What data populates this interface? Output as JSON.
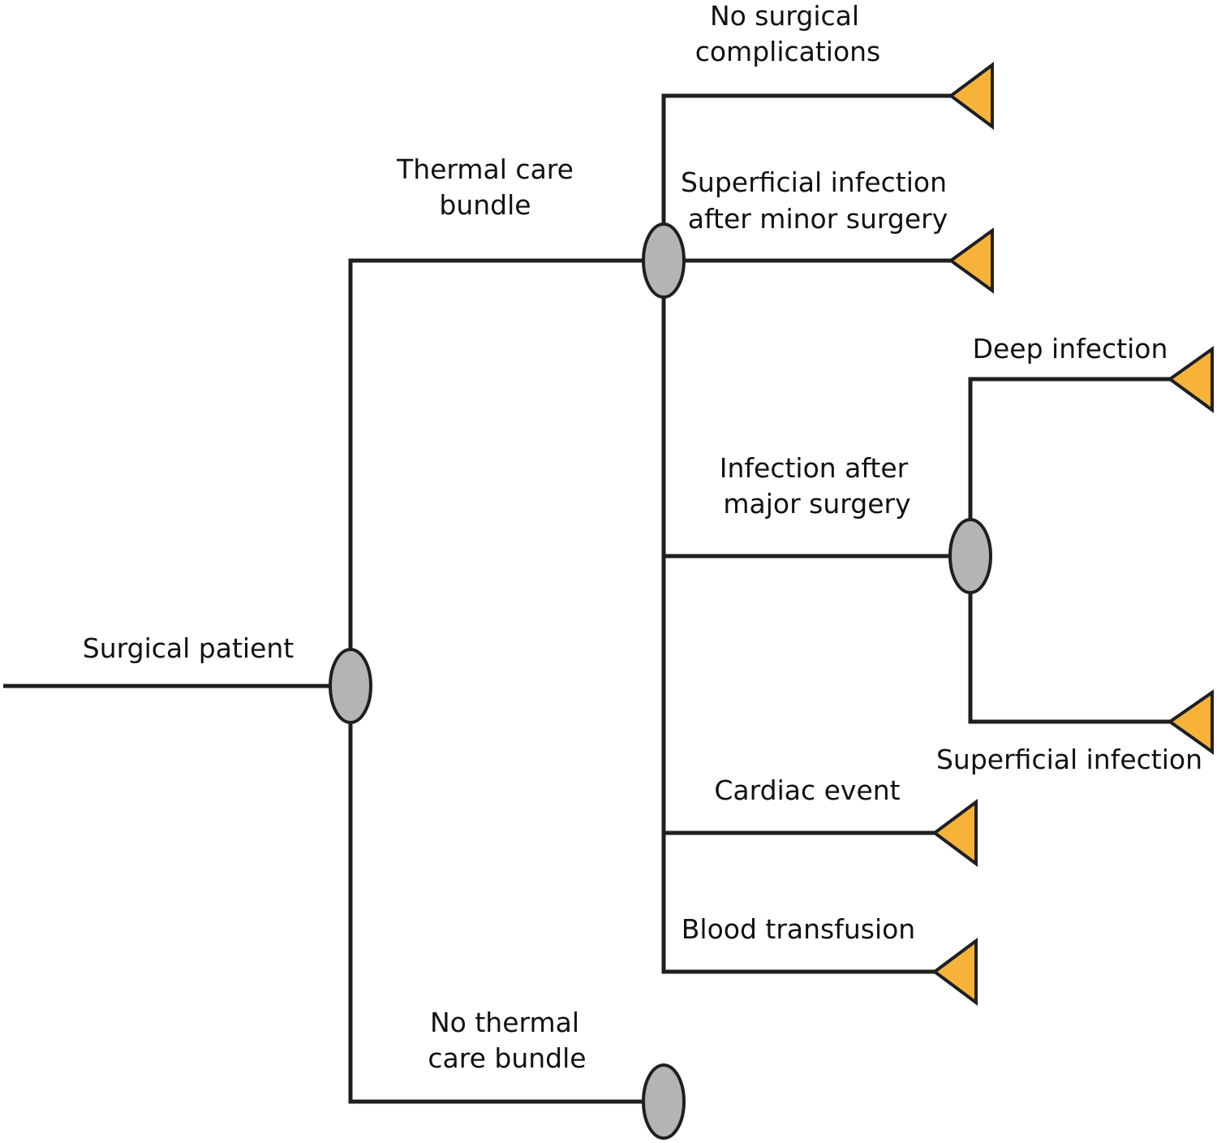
{
  "diagram": {
    "type": "decision-tree",
    "colors": {
      "line": "#1f1f1f",
      "chance_node": "#b4b4b4",
      "terminal_node": "#f7b338",
      "text": "#111111"
    },
    "root": {
      "label": "Surgical patient"
    },
    "arms": {
      "thermal_care": {
        "label_line1": "Thermal care",
        "label_line2": "bundle"
      },
      "no_thermal_care": {
        "label_line1": "No thermal",
        "label_line2": "care bundle"
      }
    },
    "outcomes": {
      "no_complications": {
        "label_line1": "No surgical",
        "label_line2": "complications"
      },
      "superficial_minor": {
        "label_line1": "Superficial infection",
        "label_line2": "after minor surgery"
      },
      "infection_major": {
        "label_line1": "Infection after",
        "label_line2": "major surgery"
      },
      "cardiac_event": {
        "label": "Cardiac event"
      },
      "blood_transfusion": {
        "label": "Blood transfusion"
      }
    },
    "sub_outcomes": {
      "deep_infection": {
        "label": "Deep infection"
      },
      "superficial_infection": {
        "label": "Superficial infection"
      }
    }
  }
}
